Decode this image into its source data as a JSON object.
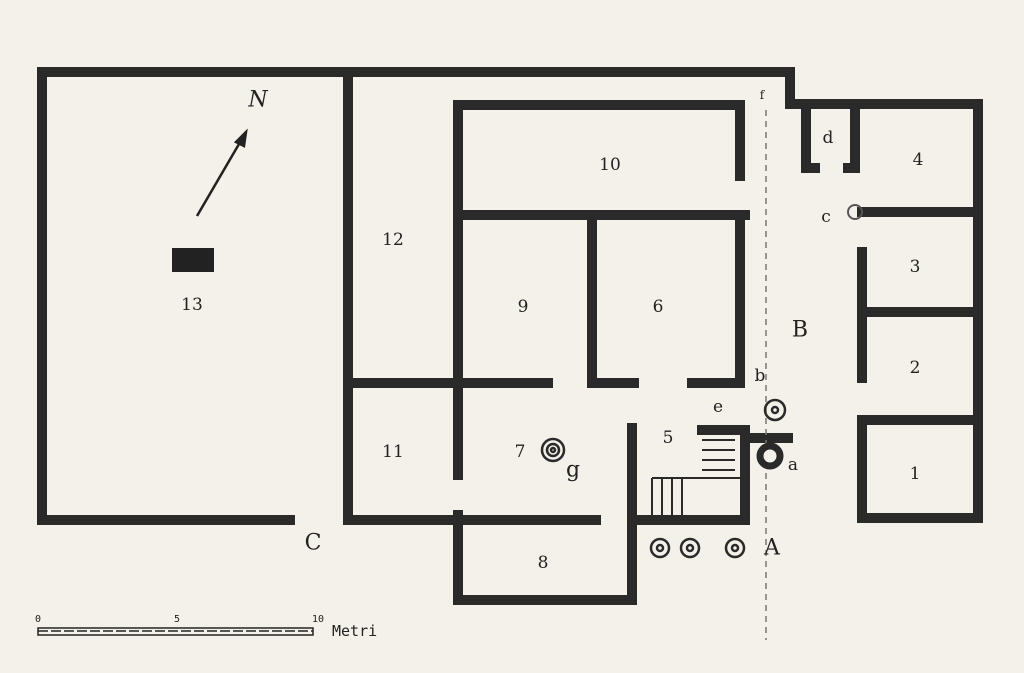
{
  "rooms": [
    "1",
    "2",
    "3",
    "4",
    "5",
    "6",
    "7",
    "8",
    "9",
    "10",
    "11",
    "12",
    "13"
  ],
  "points": {
    "A": "A",
    "B": "B",
    "C": "C",
    "a": "a",
    "b": "b",
    "c": "c",
    "d": "d",
    "e": "e",
    "f": "f",
    "g": "g"
  },
  "north": "N",
  "scale": {
    "ticks": [
      "0",
      "5",
      "10"
    ],
    "unit": "Metri"
  },
  "colors": {
    "wall": "#2a2a2a",
    "paper": "#f4f0ea"
  }
}
